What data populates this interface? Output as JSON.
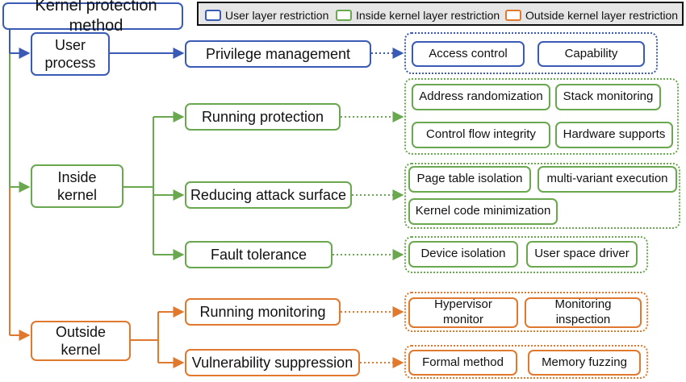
{
  "root": "Kernel protection method",
  "legend": [
    {
      "label": "User layer restriction",
      "color": "#3a5bb5"
    },
    {
      "label": "Inside kernel layer restriction",
      "color": "#6aa84f"
    },
    {
      "label": "Outside kernel layer restriction",
      "color": "#e0782d"
    }
  ],
  "level1": [
    {
      "label": "User\nprocess"
    },
    {
      "label": "Inside\nkernel"
    },
    {
      "label": "Outside\nkernel"
    }
  ],
  "level2": [
    {
      "label": "Privilege management"
    },
    {
      "label": "Running protection"
    },
    {
      "label": "Reducing attack surface"
    },
    {
      "label": "Fault tolerance"
    },
    {
      "label": "Running monitoring"
    },
    {
      "label": "Vulnerability suppression"
    }
  ],
  "leaves": [
    [
      "Access control",
      "Capability"
    ],
    [
      "Address randomization",
      "Stack monitoring",
      "Control flow integrity",
      "Hardware supports"
    ],
    [
      "Page table isolation",
      "multi-variant execution",
      "Kernel code minimization"
    ],
    [
      "Device isolation",
      "User space driver"
    ],
    [
      "Hypervisor\nmonitor",
      "Monitoring\ninspection"
    ],
    [
      "Formal method",
      "Memory fuzzing"
    ]
  ]
}
